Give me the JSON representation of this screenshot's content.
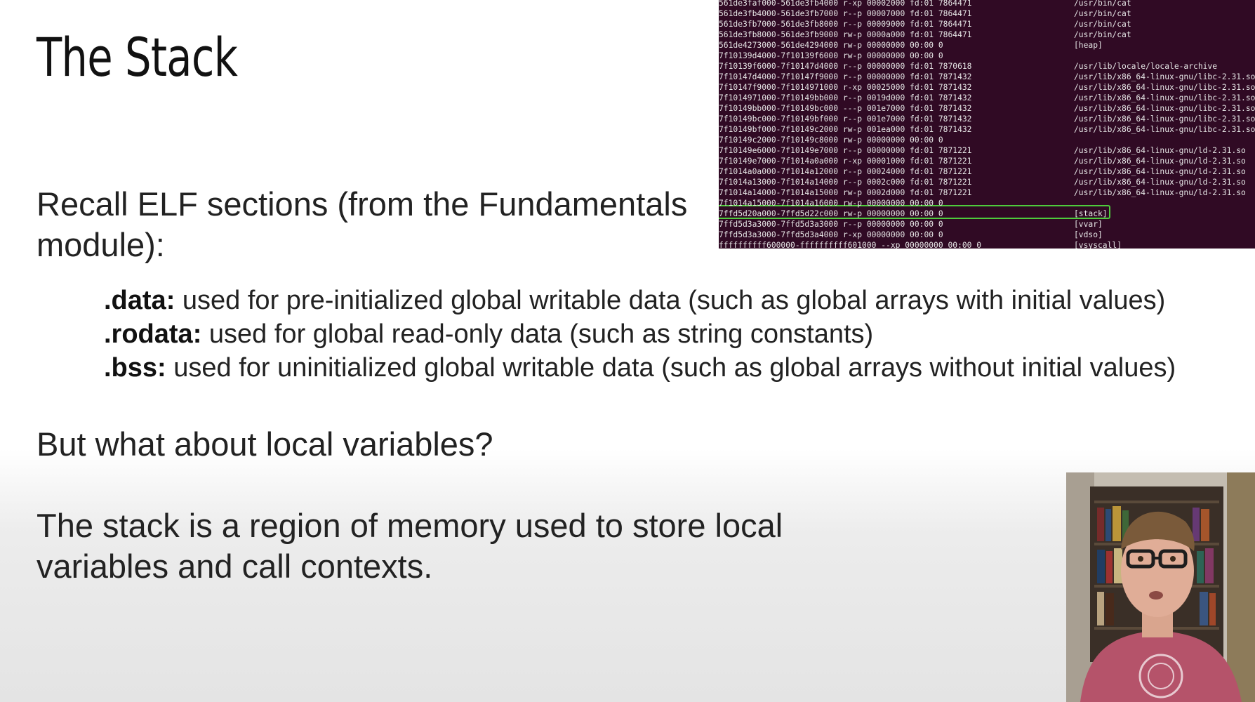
{
  "slide": {
    "title": "The Stack",
    "recall": "Recall ELF sections (from the Fundamentals module):",
    "sections": [
      {
        "term": ".data:",
        "desc": " used for pre-initialized global writable data (such as global arrays with initial values)"
      },
      {
        "term": ".rodata:",
        "desc": " used for global read-only data (such as string constants)"
      },
      {
        "term": ".bss:",
        "desc": " used for uninitialized global writable data (such as global arrays without initial values)"
      }
    ],
    "question": "But what about local variables?",
    "definition": "The stack is a region of memory used to store local variables and call contexts."
  },
  "terminal": {
    "lines": [
      {
        "left": "561de3faf000-561de3fb4000 r-xp 00002000 fd:01 7864471",
        "right": "/usr/bin/cat"
      },
      {
        "left": "561de3fb4000-561de3fb7000 r--p 00007000 fd:01 7864471",
        "right": "/usr/bin/cat"
      },
      {
        "left": "561de3fb7000-561de3fb8000 r--p 00009000 fd:01 7864471",
        "right": "/usr/bin/cat"
      },
      {
        "left": "561de3fb8000-561de3fb9000 rw-p 0000a000 fd:01 7864471",
        "right": "/usr/bin/cat"
      },
      {
        "left": "561de4273000-561de4294000 rw-p 00000000 00:00 0",
        "right": "[heap]"
      },
      {
        "left": "7f10139d4000-7f10139f6000 rw-p 00000000 00:00 0",
        "right": ""
      },
      {
        "left": "7f10139f6000-7f10147d4000 r--p 00000000 fd:01 7870618",
        "right": "/usr/lib/locale/locale-archive"
      },
      {
        "left": "7f10147d4000-7f10147f9000 r--p 00000000 fd:01 7871432",
        "right": "/usr/lib/x86_64-linux-gnu/libc-2.31.so"
      },
      {
        "left": "7f10147f9000-7f1014971000 r-xp 00025000 fd:01 7871432",
        "right": "/usr/lib/x86_64-linux-gnu/libc-2.31.so"
      },
      {
        "left": "7f1014971000-7f10149bb000 r--p 0019d000 fd:01 7871432",
        "right": "/usr/lib/x86_64-linux-gnu/libc-2.31.so"
      },
      {
        "left": "7f10149bb000-7f10149bc000 ---p 001e7000 fd:01 7871432",
        "right": "/usr/lib/x86_64-linux-gnu/libc-2.31.so"
      },
      {
        "left": "7f10149bc000-7f10149bf000 r--p 001e7000 fd:01 7871432",
        "right": "/usr/lib/x86_64-linux-gnu/libc-2.31.so"
      },
      {
        "left": "7f10149bf000-7f10149c2000 rw-p 001ea000 fd:01 7871432",
        "right": "/usr/lib/x86_64-linux-gnu/libc-2.31.so"
      },
      {
        "left": "7f10149c2000-7f10149c8000 rw-p 00000000 00:00 0",
        "right": ""
      },
      {
        "left": "7f10149e6000-7f10149e7000 r--p 00000000 fd:01 7871221",
        "right": "/usr/lib/x86_64-linux-gnu/ld-2.31.so"
      },
      {
        "left": "7f10149e7000-7f1014a0a000 r-xp 00001000 fd:01 7871221",
        "right": "/usr/lib/x86_64-linux-gnu/ld-2.31.so"
      },
      {
        "left": "7f1014a0a000-7f1014a12000 r--p 00024000 fd:01 7871221",
        "right": "/usr/lib/x86_64-linux-gnu/ld-2.31.so"
      },
      {
        "left": "7f1014a13000-7f1014a14000 r--p 0002c000 fd:01 7871221",
        "right": "/usr/lib/x86_64-linux-gnu/ld-2.31.so"
      },
      {
        "left": "7f1014a14000-7f1014a15000 rw-p 0002d000 fd:01 7871221",
        "right": "/usr/lib/x86_64-linux-gnu/ld-2.31.so"
      },
      {
        "left": "7f1014a15000-7f1014a16000 rw-p 00000000 00:00 0",
        "right": ""
      },
      {
        "left": "7ffd5d20a000-7ffd5d22c000 rw-p 00000000 00:00 0",
        "right": "[stack]"
      },
      {
        "left": "7ffd5d3a3000-7ffd5d3a3000 r--p 00000000 00:00 0",
        "right": "[vvar]"
      },
      {
        "left": "7ffd5d3a3000-7ffd5d3a4000 r-xp 00000000 00:00 0",
        "right": "[vdso]"
      },
      {
        "left": "ffffffffff600000-ffffffffff601000 --xp 00000000 00:00 0",
        "right": "[vsyscall]"
      }
    ],
    "highlight_color": "#4ecb3c",
    "background_color": "#300a24"
  },
  "webcam": {
    "description_icon": "presenter-video-icon"
  }
}
